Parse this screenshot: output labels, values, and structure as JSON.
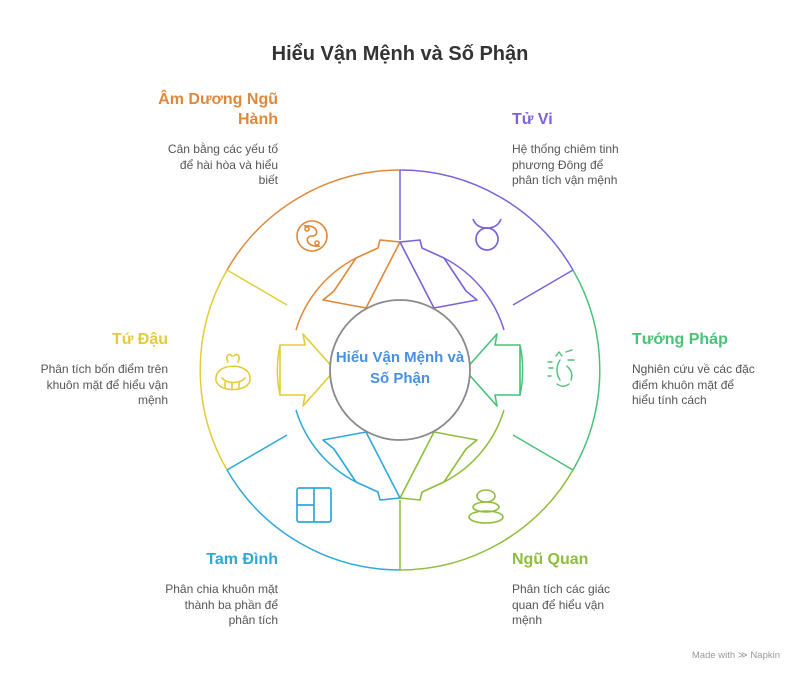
{
  "title": "Hiểu Vận Mệnh và Số Phận",
  "center": {
    "label": "Hiểu Vận Mệnh và Số Phận"
  },
  "segments": [
    {
      "title": "Âm Dương Ngũ Hành",
      "description": "Cân bằng các yếu tố để hài hòa và hiểu biết",
      "color": "#e0883a",
      "icon": "yin-yang-icon"
    },
    {
      "title": "Tử Vi",
      "description": "Hệ thống chiêm tinh phương Đông để phân tích vận mệnh",
      "color": "#7b62d9",
      "icon": "taurus-icon"
    },
    {
      "title": "Tướng Pháp",
      "description": "Nghiên cứu về các đặc điểm khuôn mặt để hiểu tính cách",
      "color": "#47c276",
      "icon": "face-icon"
    },
    {
      "title": "Ngũ Quan",
      "description": "Phân tích các giác quan để hiểu vận mệnh",
      "color": "#8fbd3c",
      "icon": "stones-icon"
    },
    {
      "title": "Tam Đình",
      "description": "Phân chia khuôn mặt thành ba phần để phân tích",
      "color": "#2da9d8",
      "icon": "window-icon"
    },
    {
      "title": "Tứ Đậu",
      "description": "Phân tích bốn điểm trên khuôn mặt để hiểu vận mệnh",
      "color": "#e3cc38",
      "icon": "critter-icon"
    }
  ],
  "footer": {
    "made_with": "Made with",
    "brand": "Napkin"
  }
}
